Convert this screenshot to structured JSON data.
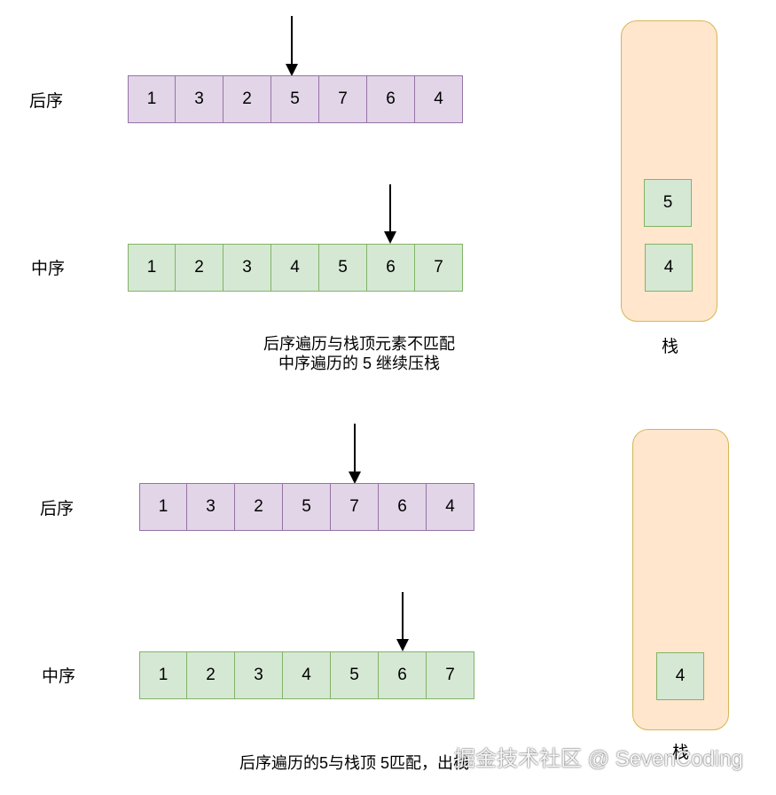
{
  "panels": [
    {
      "postorder_label": "后序",
      "postorder": [
        "1",
        "3",
        "2",
        "5",
        "7",
        "6",
        "4"
      ],
      "inorder_label": "中序",
      "inorder": [
        "1",
        "2",
        "3",
        "4",
        "5",
        "6",
        "7"
      ],
      "stack_label": "栈",
      "stack_items": [
        "5",
        "4"
      ],
      "caption_line1": "后序遍历与栈顶元素不匹配",
      "caption_line2": "中序遍历的 5 继续压栈"
    },
    {
      "postorder_label": "后序",
      "postorder": [
        "1",
        "3",
        "2",
        "5",
        "7",
        "6",
        "4"
      ],
      "inorder_label": "中序",
      "inorder": [
        "1",
        "2",
        "3",
        "4",
        "5",
        "6",
        "7"
      ],
      "stack_label": "栈",
      "stack_items": [
        "4"
      ],
      "caption_line1": "后序遍历的5与栈顶 5匹配，出栈"
    }
  ],
  "watermark": "掘金技术社区 @ SevenCoding",
  "colors": {
    "purple_fill": "#e1d5e7",
    "purple_border": "#9673a6",
    "green_fill": "#d5e8d4",
    "green_border": "#82b366",
    "stack_fill": "#ffe6cc",
    "stack_border": "#d6b656"
  }
}
